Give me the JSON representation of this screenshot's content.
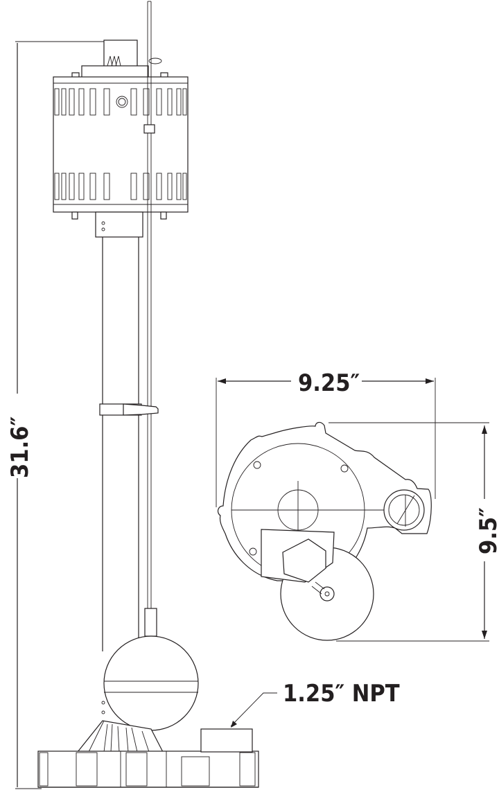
{
  "diagram": {
    "type": "technical-dimension-drawing",
    "subject": "pedestal sump pump",
    "views": [
      "side elevation",
      "top plan"
    ],
    "dimensions": {
      "height_label": "31.6″",
      "width_label": "9.25″",
      "depth_label": "9.5″",
      "discharge_label": "1.25″ NPT"
    },
    "colors": {
      "line": "#231f20",
      "background": "#ffffff"
    }
  }
}
